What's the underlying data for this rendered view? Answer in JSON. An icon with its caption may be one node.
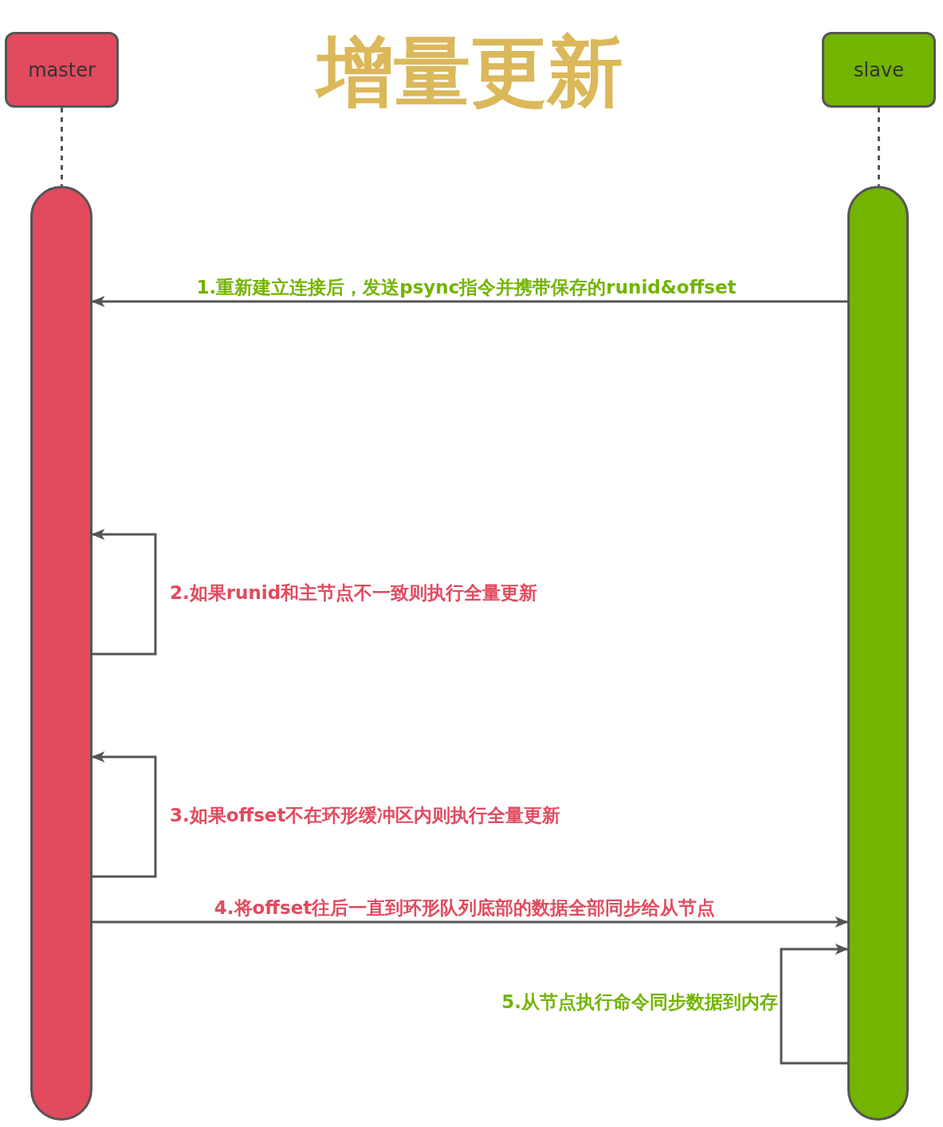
{
  "diagram": {
    "title": "增量更新",
    "nodes": [
      {
        "text": [
          "master"
        ]
      },
      {
        "text": [
          "slave"
        ]
      },
      {
        "text": [],
        "shape": "bar"
      },
      {
        "text": [],
        "shape": "bar"
      }
    ],
    "edges": [
      {
        "from": 0,
        "to": 2,
        "arrow": "none",
        "style": "dashed"
      },
      {
        "from": 1,
        "to": 3,
        "arrow": "none",
        "style": "dashed"
      },
      {
        "from": 3,
        "to": 2,
        "arrow": "to",
        "label": "1.重新建立连接后，发送psync指令并携带保存的runid&offset"
      },
      {
        "from": 2,
        "to": 2,
        "arrow": "to",
        "label": "2.如果runid和主节点不一致则执行全量更新"
      },
      {
        "from": 2,
        "to": 2,
        "arrow": "to",
        "label": "3.如果offset不在环形缓冲区内则执行全量更新"
      },
      {
        "from": 2,
        "to": 3,
        "arrow": "to",
        "label": "4.将offset往后一直到环形队列底部的数据全部同步给从节点"
      },
      {
        "from": 3,
        "to": 3,
        "arrow": "to",
        "label": "5.从节点执行命令同步数据到内存"
      }
    ]
  }
}
